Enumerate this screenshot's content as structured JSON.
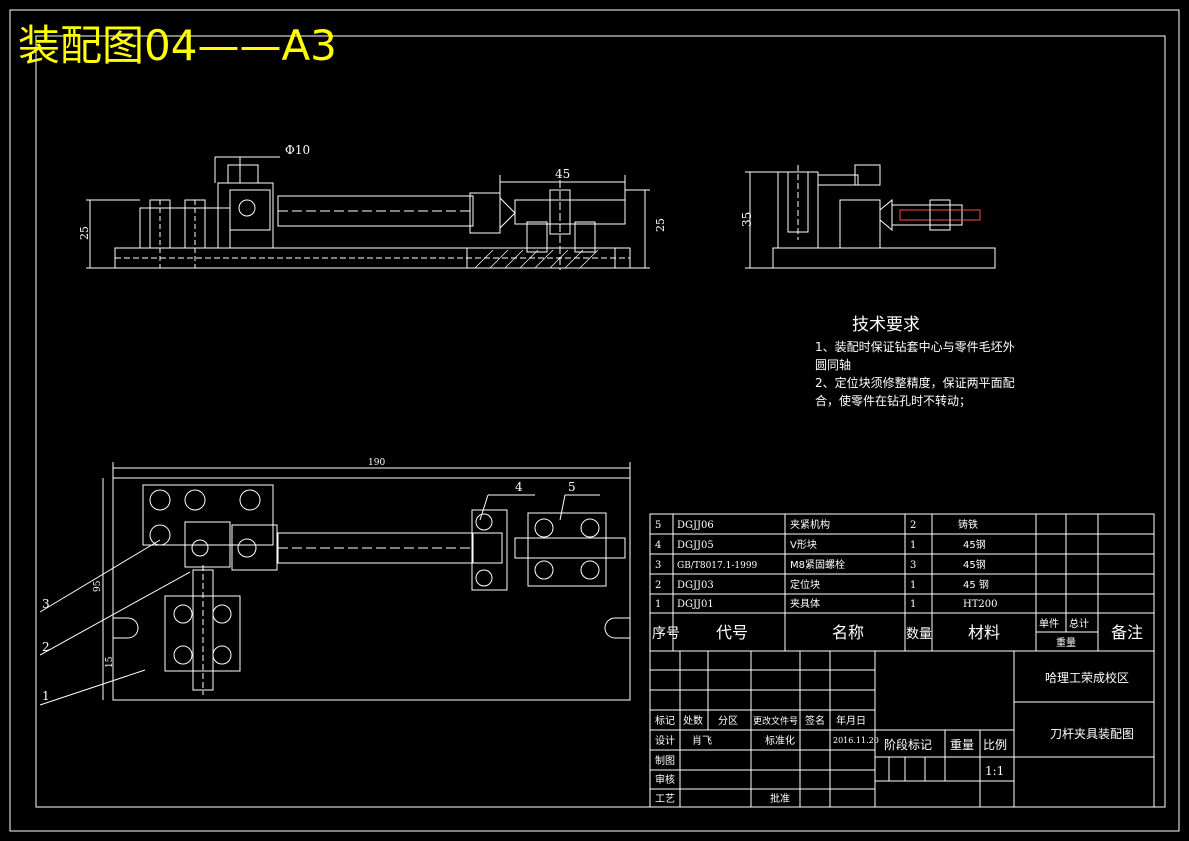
{
  "drawing": {
    "title": "装配图04——A3",
    "title_color": "#ffff00",
    "line_color": "#ffffff",
    "background": "#000000"
  },
  "front_view": {
    "dim_bore": "Φ10",
    "dim_height": "25",
    "dim_length": "45",
    "dim_right_height": "25"
  },
  "side_view": {
    "dim_height": "35"
  },
  "top_view": {
    "dim_total_length": "190",
    "dim_width": "95",
    "dim_small": "15",
    "balloons": [
      "1",
      "2",
      "3",
      "4",
      "5"
    ]
  },
  "tech_requirements": {
    "heading": "技术要求",
    "lines": [
      "1、装配时保证钻套中心与零件毛坯外",
      "圆同轴",
      "2、定位块须修整精度，保证两平面配",
      "合，使零件在钻孔时不转动；"
    ]
  },
  "bom": {
    "rows": [
      {
        "seq": "5",
        "code": "DGJJ06",
        "name": "夹紧机构",
        "qty": "2",
        "material": "铸铁"
      },
      {
        "seq": "4",
        "code": "DGJJ05",
        "name": "V形块",
        "qty": "1",
        "material": "45钢"
      },
      {
        "seq": "3",
        "code": "GB/T8017.1-1999",
        "name": "M8紧固螺栓",
        "qty": "3",
        "material": "45钢"
      },
      {
        "seq": "2",
        "code": "DGJJ03",
        "name": "定位块",
        "qty": "1",
        "material": "45 钢"
      },
      {
        "seq": "1",
        "code": "DGJJ01",
        "name": "夹具体",
        "qty": "1",
        "material": "HT200"
      }
    ],
    "header": {
      "seq": "序号",
      "code": "代号",
      "name": "名称",
      "qty": "数量",
      "material": "材料",
      "unit": "单件",
      "total": "总计",
      "weight": "重量",
      "remark": "备注"
    }
  },
  "title_block": {
    "school": "哈理工荣成校区",
    "drawing_name": "刀杆夹具装配图",
    "rev_headers": [
      "标记",
      "处数",
      "分区",
      "更改文件号",
      "签名",
      "年月日"
    ],
    "design_label": "设计",
    "designer": "肖飞",
    "standardize_label": "标准化",
    "date": "2016.11.20",
    "draw_label": "制图",
    "review_label": "审核",
    "process_label": "工艺",
    "approve_label": "批准",
    "stage_label": "阶段标记",
    "weight_label": "重量",
    "scale_label": "比例",
    "scale": "1:1"
  }
}
